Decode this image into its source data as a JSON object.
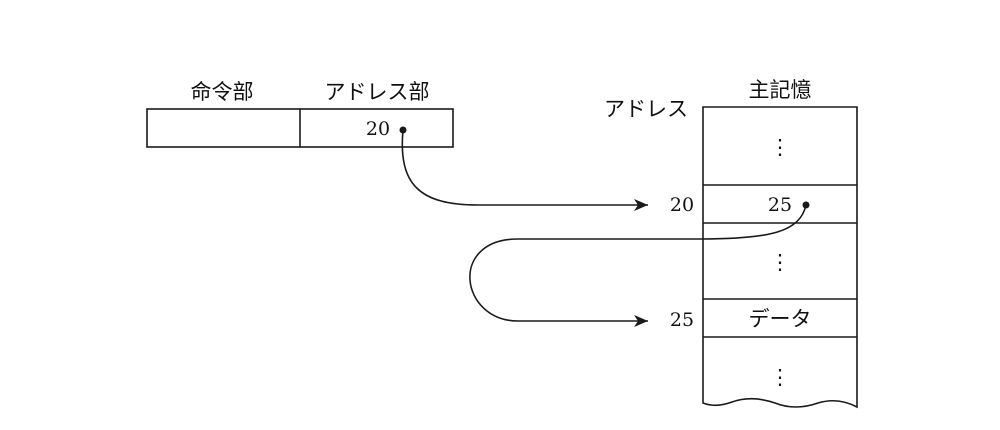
{
  "instruction": {
    "opcode_header": "命令部",
    "address_header": "アドレス部",
    "address_value": "20"
  },
  "memory": {
    "header": "主記憶",
    "address_label": "アドレス",
    "ellipsis": "⋮",
    "cells": [
      {
        "address": "20",
        "content": "25"
      },
      {
        "address": "25",
        "content": "データ"
      }
    ]
  },
  "colors": {
    "line": "#1a1a1a",
    "text": "#111111",
    "background": "#ffffff"
  }
}
